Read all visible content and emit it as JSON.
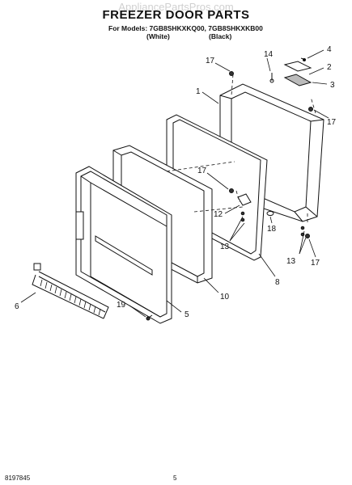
{
  "watermark": "AppliancePartsPros.com",
  "title": "FREEZER DOOR PARTS",
  "models_line": "For Models: 7GB8SHKXKQ00, 7GB8SHKXKB00",
  "variants": [
    "(White)",
    "(Black)"
  ],
  "footer": {
    "doc_number": "8197845",
    "page": "5"
  },
  "callouts": [
    "1",
    "2",
    "3",
    "4",
    "5",
    "6",
    "8",
    "10",
    "12",
    "13",
    "13",
    "14",
    "17",
    "17",
    "17",
    "17",
    "18",
    "19"
  ]
}
